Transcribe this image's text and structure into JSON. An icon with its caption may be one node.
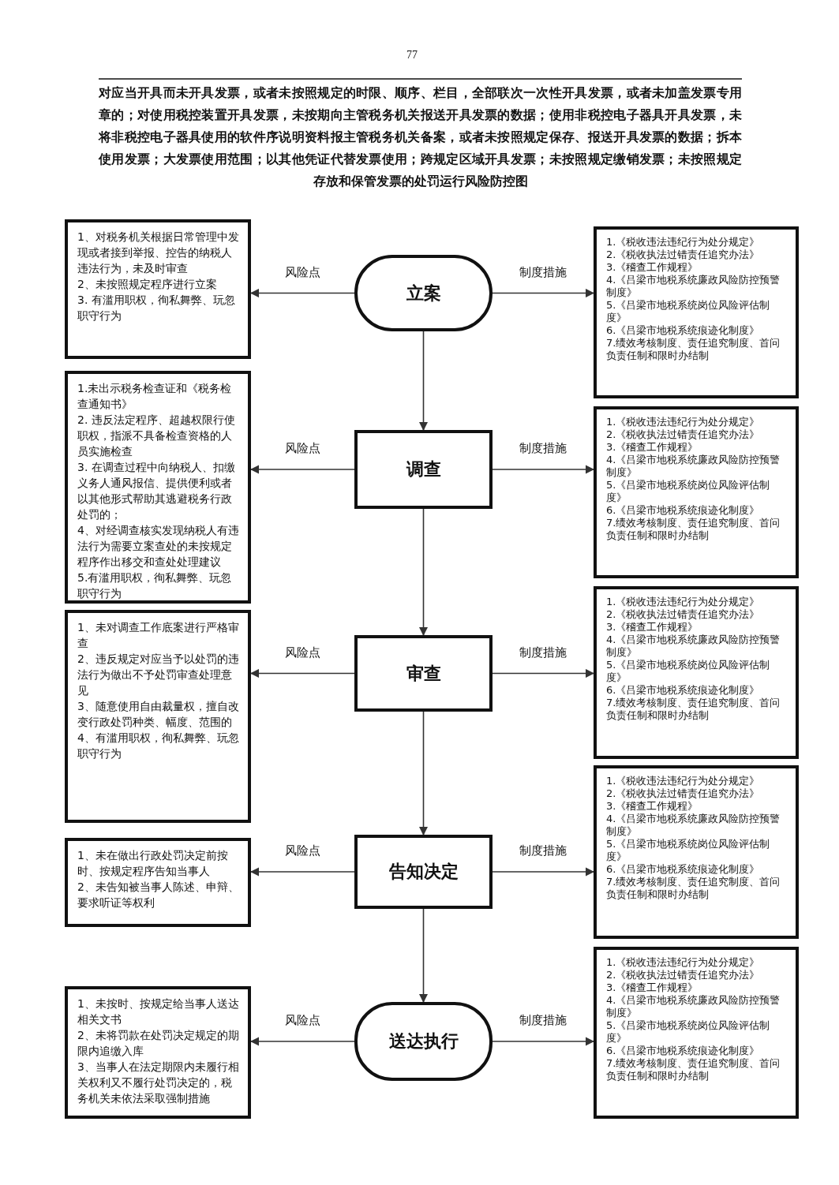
{
  "diagram": {
    "title": "对应当开具而未开具发票，或者未按照规定的时限、顺序、栏目，全部联次一次性开具发票，或者未加盖发票专用章的；对使用税控装置开具发票，未按期向主管税务机关报送开具发票的数据；使用非税控电子器具开具发票，未将非税控电子器具使用的软件序说明资料报主管税务机关备案，或者未按照规定保存、报送开具发票的数据；拆本使用发票；大发票使用范围；以其他凭证代替发票使用；跨规定区域开具发票；未按照规定缴销发票；未按照规定存放和保管发票的处罚运行风险防控图",
    "nodes": [
      {
        "text": [
          "1、对税务机关根据日常管理中发现或者接到举报、控告的纳税人违法行为，未及时审查",
          "2、未按照规定程序进行立案",
          "3. 有滥用职权，徇私舞弊、玩忽职守行为"
        ]
      },
      {
        "text": [
          "立案"
        ]
      },
      {
        "text": [
          "1.《税收违法违纪行为处分规定》",
          "2.《税收执法过错责任追究办法》",
          "3.《稽查工作规程》",
          "4.《吕梁市地税系统廉政风险防控预警制度》",
          "5.《吕梁市地税系统岗位风险评估制度》",
          "6.《吕梁市地税系统痕迹化制度》",
          "7.绩效考核制度、责任追究制度、首问负责任制和限时办结制"
        ]
      },
      {
        "text": [
          "1.未出示税务检查证和《税务检查通知书》",
          "2. 违反法定程序、超越权限行使职权，指派不具备检查资格的人员实施检查",
          "3. 在调查过程中向纳税人、扣缴义务人通风报信、提供便利或者以其他形式帮助其逃避税务行政处罚的；",
          "4、对经调查核实发现纳税人有违法行为需要立案查处的未按规定程序作出移交和查处处理建议",
          "5.有滥用职权，徇私舞弊、玩忽职守行为"
        ]
      },
      {
        "text": [
          "调查"
        ]
      },
      {
        "text": [
          "1.《税收违法违纪行为处分规定》",
          "2.《税收执法过错责任追究办法》",
          "3.《稽查工作规程》",
          "4.《吕梁市地税系统廉政风险防控预警制度》",
          "5.《吕梁市地税系统岗位风险评估制度》",
          "6.《吕梁市地税系统痕迹化制度》",
          "7.绩效考核制度、责任追究制度、首问负责任制和限时办结制"
        ]
      },
      {
        "text": [
          "1、未对调查工作底案进行严格审查",
          "2、违反规定对应当予以处罚的违法行为做出不予处罚审查处理意见",
          "3、随意使用自由裁量权，擅自改变行政处罚种类、幅度、范围的",
          "4、有滥用职权，徇私舞弊、玩忽职守行为"
        ]
      },
      {
        "text": [
          "审查"
        ]
      },
      {
        "text": [
          "1.《税收违法违纪行为处分规定》",
          "2.《税收执法过错责任追究办法》",
          "3.《稽查工作规程》",
          "4.《吕梁市地税系统廉政风险防控预警制度》",
          "5.《吕梁市地税系统岗位风险评估制度》",
          "6.《吕梁市地税系统痕迹化制度》",
          "7.绩效考核制度、责任追究制度、首问负责任制和限时办结制"
        ]
      },
      {
        "text": [
          "1、未在做出行政处罚决定前按时、按规定程序告知当事人",
          "2、未告知被当事人陈述、申辩、要求听证等权利"
        ]
      },
      {
        "text": [
          "告知决定"
        ]
      },
      {
        "text": [
          "1.《税收违法违纪行为处分规定》",
          "2.《税收执法过错责任追究办法》",
          "3.《稽查工作规程》",
          "4.《吕梁市地税系统廉政风险防控预警制度》",
          "5.《吕梁市地税系统岗位风险评估制度》",
          "6.《吕梁市地税系统痕迹化制度》",
          "7.绩效考核制度、责任追究制度、首问负责任制和限时办结制"
        ]
      },
      {
        "text": [
          "1、未按时、按规定给当事人送达相关文书",
          "2、未将罚款在处罚决定规定的期限内追缴入库",
          "3、当事人在法定期限内未履行相关权利又不履行处罚决定的，税务机关未依法采取强制措施"
        ]
      },
      {
        "text": [
          "送达执行"
        ]
      },
      {
        "text": [
          "1.《税收违法违纪行为处分规定》",
          "2.《税收执法过错责任追究办法》",
          "3.《稽查工作规程》",
          "4.《吕梁市地税系统廉政风险防控预警制度》",
          "5.《吕梁市地税系统岗位风险评估制度》",
          "6.《吕梁市地税系统痕迹化制度》",
          "7.绩效考核制度、责任追究制度、首问负责任制和限时办结制"
        ]
      }
    ],
    "edges": [
      {
        "from": 1,
        "to": 0,
        "arrow": "to",
        "label": "风险点"
      },
      {
        "from": 1,
        "to": 2,
        "arrow": "to",
        "label": "制度措施"
      },
      {
        "from": 1,
        "to": 4,
        "arrow": "to"
      },
      {
        "from": 4,
        "to": 3,
        "arrow": "to",
        "label": "风险点"
      },
      {
        "from": 4,
        "to": 5,
        "arrow": "to",
        "label": "制度措施"
      },
      {
        "from": 4,
        "to": 7,
        "arrow": "to"
      },
      {
        "from": 7,
        "to": 6,
        "arrow": "to",
        "label": "风险点"
      },
      {
        "from": 7,
        "to": 8,
        "arrow": "to",
        "label": "制度措施"
      },
      {
        "from": 7,
        "to": 10,
        "arrow": "to"
      },
      {
        "from": 10,
        "to": 9,
        "arrow": "to",
        "label": "风险点"
      },
      {
        "from": 10,
        "to": 11,
        "arrow": "to",
        "label": "制度措施"
      },
      {
        "from": 10,
        "to": 13,
        "arrow": "to"
      },
      {
        "from": 13,
        "to": 12,
        "arrow": "to",
        "label": "风险点"
      },
      {
        "from": 13,
        "to": 14,
        "arrow": "to",
        "label": "制度措施"
      }
    ],
    "labels": [
      "77"
    ]
  }
}
